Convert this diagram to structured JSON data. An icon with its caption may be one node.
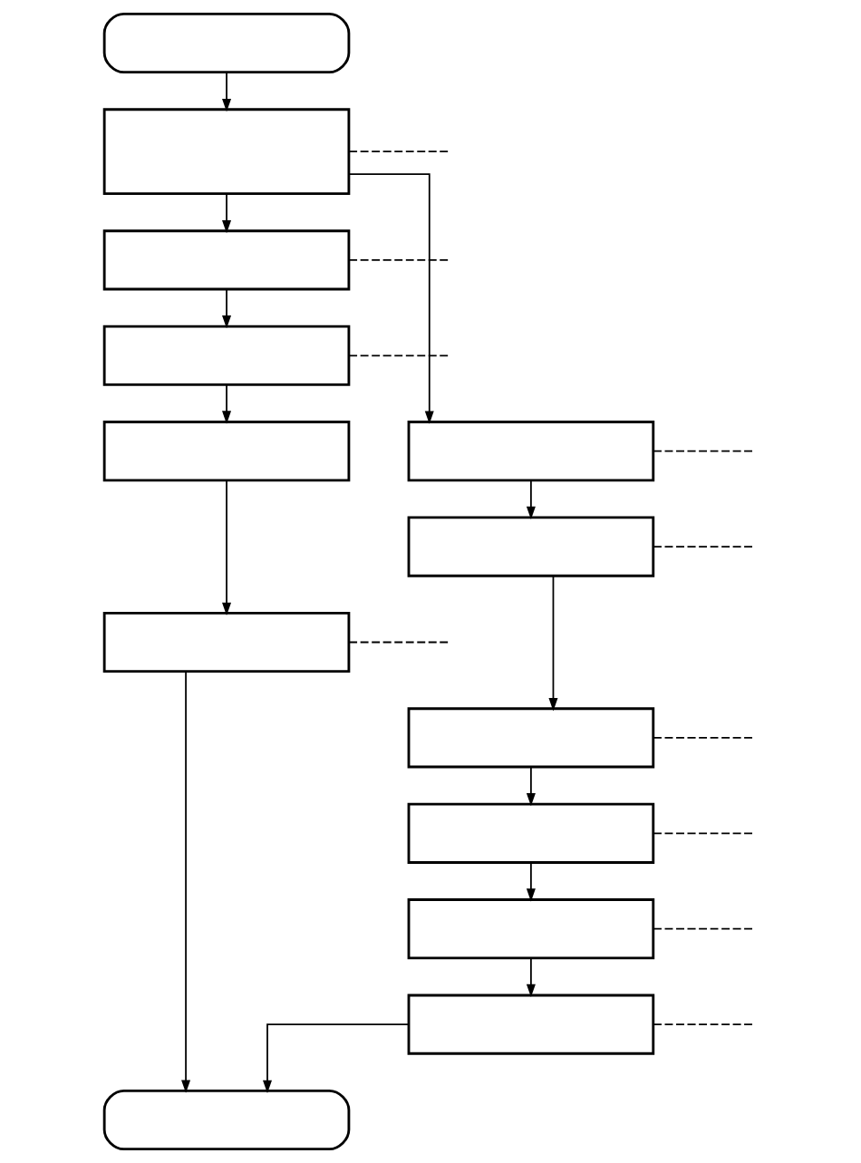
{
  "diagram": {
    "nodes": [
      {
        "text": [],
        "shape": "pill"
      },
      {
        "text": [],
        "shape": "box"
      },
      {
        "text": [],
        "shape": "box"
      },
      {
        "text": [],
        "shape": "box"
      },
      {
        "text": [],
        "shape": "box"
      },
      {
        "text": [],
        "shape": "box"
      },
      {
        "text": [],
        "shape": "box"
      },
      {
        "text": [],
        "shape": "box"
      },
      {
        "text": [],
        "shape": "box"
      },
      {
        "text": [],
        "shape": "box"
      },
      {
        "text": [],
        "shape": "box"
      },
      {
        "text": [],
        "shape": "box"
      },
      {
        "text": [],
        "shape": "pill"
      }
    ],
    "edges": [
      {
        "from": 0,
        "to": 1,
        "arrow": "to"
      },
      {
        "from": 1,
        "to": 2,
        "arrow": "to"
      },
      {
        "from": 1,
        "to": 6,
        "arrow": "to"
      },
      {
        "from": 2,
        "to": 3,
        "arrow": "to"
      },
      {
        "from": 3,
        "to": 4,
        "arrow": "to"
      },
      {
        "from": 4,
        "to": 5,
        "arrow": "to"
      },
      {
        "from": 5,
        "to": 12,
        "arrow": "to"
      },
      {
        "from": 6,
        "to": 7,
        "arrow": "to"
      },
      {
        "from": 7,
        "to": 8,
        "arrow": "to"
      },
      {
        "from": 8,
        "to": 9,
        "arrow": "to"
      },
      {
        "from": 9,
        "to": 10,
        "arrow": "to"
      },
      {
        "from": 10,
        "to": 11,
        "arrow": "to"
      },
      {
        "from": 11,
        "to": 12,
        "arrow": "to"
      },
      {
        "from": 1,
        "to": null,
        "arrow": "none",
        "style": "dashed"
      },
      {
        "from": 2,
        "to": null,
        "arrow": "none",
        "style": "dashed"
      },
      {
        "from": 3,
        "to": null,
        "arrow": "none",
        "style": "dashed"
      },
      {
        "from": 5,
        "to": null,
        "arrow": "none",
        "style": "dashed"
      },
      {
        "from": 6,
        "to": null,
        "arrow": "none",
        "style": "dashed"
      },
      {
        "from": 7,
        "to": null,
        "arrow": "none",
        "style": "dashed"
      },
      {
        "from": 8,
        "to": null,
        "arrow": "none",
        "style": "dashed"
      },
      {
        "from": 9,
        "to": null,
        "arrow": "none",
        "style": "dashed"
      },
      {
        "from": 10,
        "to": null,
        "arrow": "none",
        "style": "dashed"
      },
      {
        "from": 11,
        "to": null,
        "arrow": "none",
        "style": "dashed"
      }
    ]
  }
}
